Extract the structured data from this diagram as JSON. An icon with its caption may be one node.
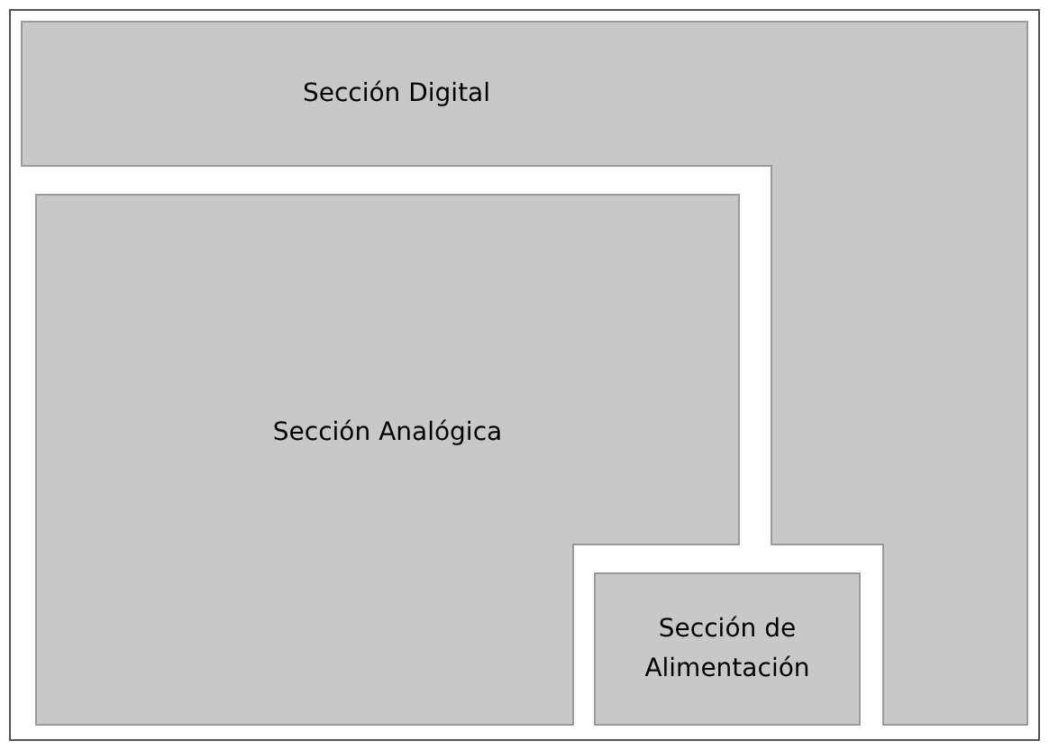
{
  "diagram": {
    "nodes": [
      {
        "text": [
          "Sección Digital"
        ]
      },
      {
        "text": [
          "Sección Analógica"
        ]
      },
      {
        "text": [
          "Sección de Alimentación"
        ]
      }
    ]
  }
}
